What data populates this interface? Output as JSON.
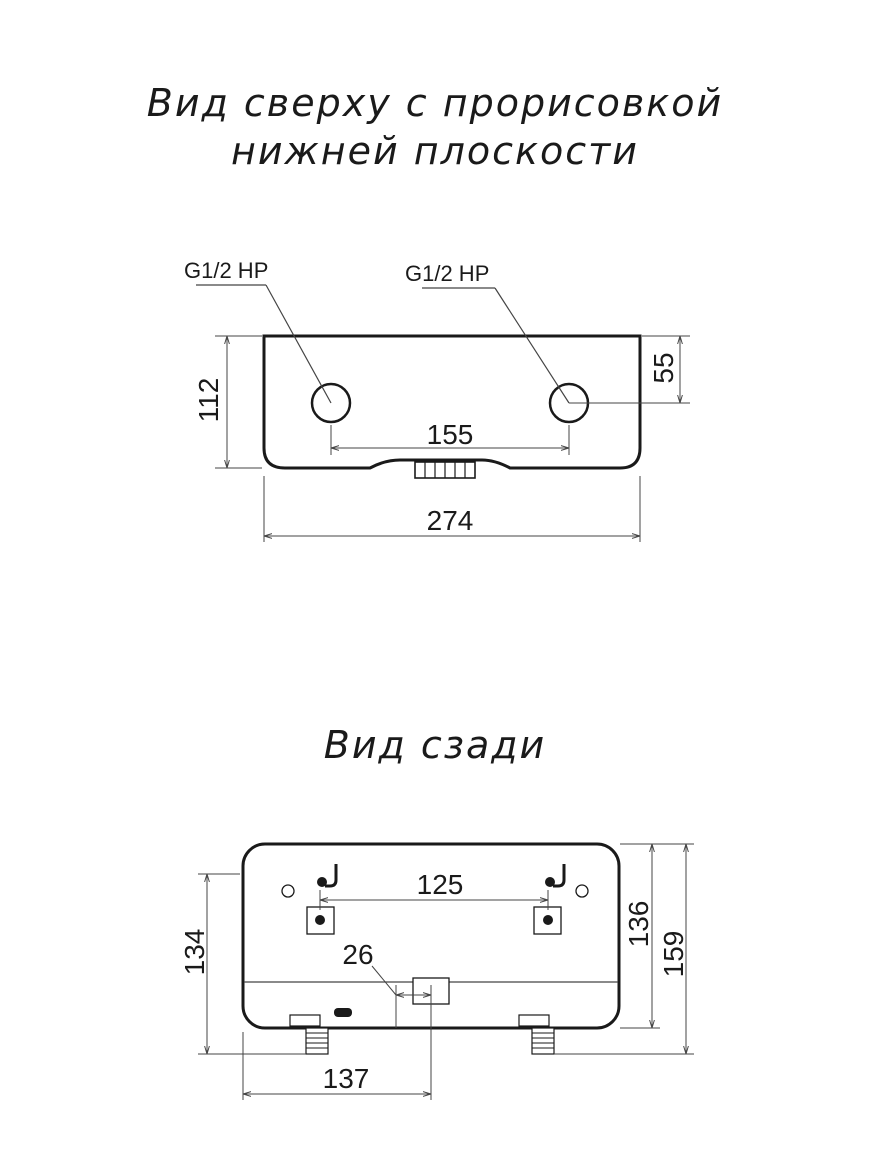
{
  "top_view": {
    "title_line1": "Вид сверху с прорисовкой",
    "title_line2": "нижней плоскости",
    "label_left": "G1/2 НР",
    "label_right": "G1/2 НР",
    "dim_height": "112",
    "dim_offset": "55",
    "dim_spacing": "155",
    "dim_width": "274"
  },
  "back_view": {
    "title": "Вид сзади",
    "dim_mount_spacing": "125",
    "dim_hole_height": "134",
    "dim_body_height": "136",
    "dim_total_height": "159",
    "dim_offset": "26",
    "dim_pipe_distance": "137"
  },
  "colors": {
    "line": "#1a1a1a",
    "dimension": "#444444",
    "background": "#ffffff"
  }
}
